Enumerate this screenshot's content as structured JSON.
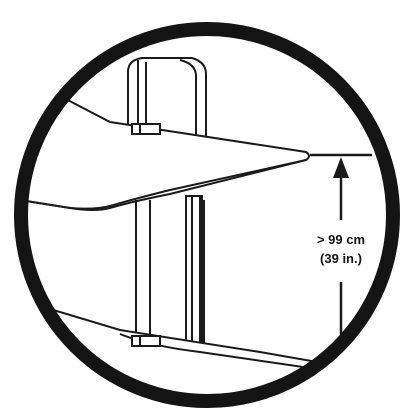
{
  "diagram": {
    "measurement_label": "> 99 cm",
    "measurement_label_imperial": "(39 in.)",
    "line_color": "#1a1a1a",
    "background_color": "#ffffff",
    "frame_color": "#141414",
    "frame_shape": "circle"
  }
}
